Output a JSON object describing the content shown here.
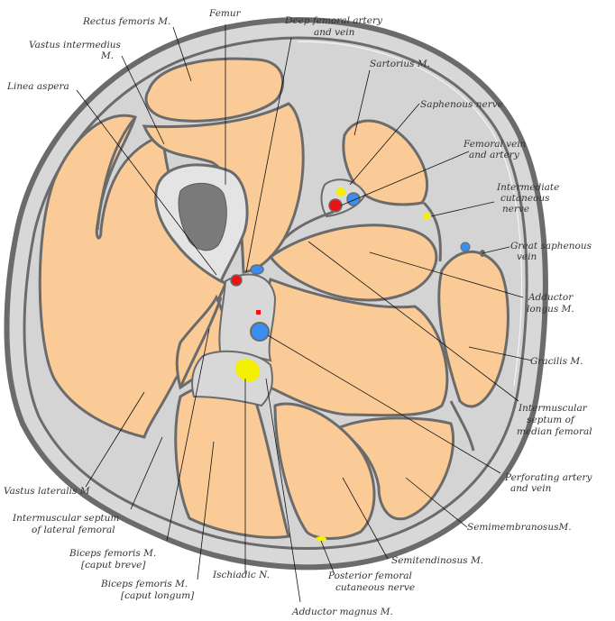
{
  "diagram": {
    "title": "Cross-section of the thigh",
    "colors": {
      "muscle": "#fbcb97",
      "connective_tissue": "#d8d8d8",
      "outline": "#6b6b6b",
      "bone_marrow": "#7a7a7a",
      "artery": "#ee1111",
      "vein": "#3a8ef0",
      "nerve": "#f5f000"
    },
    "labels": {
      "rectus_femoris": "Rectus femoris M.",
      "femur": "Femur",
      "deep_femoral_1": "Deep femoral artery",
      "deep_femoral_2": "and vein",
      "vastus_intermedius_1": "Vastus intermedius",
      "vastus_intermedius_2": "M.",
      "linea_aspera": "Linea aspera",
      "sartorius": "Sartorius M.",
      "saphenous_nerve": "Saphenous nerve",
      "femoral_vein_1": "Femoral vein",
      "femoral_vein_2": "and artery",
      "intermediate_cut_1": "Intermediate",
      "intermediate_cut_2": "cutaneous",
      "intermediate_cut_3": "nerve",
      "great_saphenous_1": "Great saphenous",
      "great_saphenous_2": "vein",
      "adductor_longus_1": "Adductor",
      "adductor_longus_2": "longus M.",
      "gracilis": "Gracilis M.",
      "septum_median_1": "Intermuscular",
      "septum_median_2": "septum of",
      "septum_median_3": "median femoral",
      "perforating_1": "Perforating artery",
      "perforating_2": "and vein",
      "semimembranosus": "SemimembranosusM.",
      "semitendinosus": "Semitendinosus M.",
      "posterior_cut_1": "Posterior femoral",
      "posterior_cut_2": "cutaneous nerve",
      "adductor_magnus": "Adductor magnus M.",
      "ischiadic": "Ischiadic N.",
      "biceps_longum_1": "Biceps femoris M.",
      "biceps_longum_2": "[caput longum]",
      "biceps_breve_1": "Biceps femoris M.",
      "biceps_breve_2": "[caput breve]",
      "septum_lateral_1": "Intermuscular septum",
      "septum_lateral_2": "of lateral femoral",
      "vastus_lateralis": "Vastus lateralis M"
    }
  }
}
